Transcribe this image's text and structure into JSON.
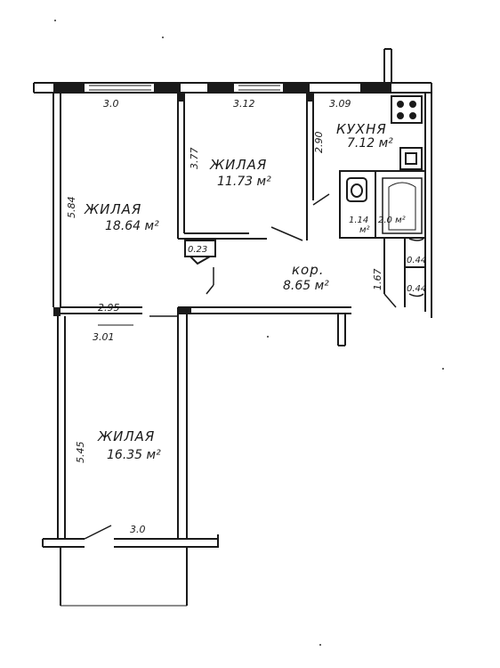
{
  "rooms": {
    "living_left": {
      "name": "ЖИЛАЯ",
      "area": "18.64 м²"
    },
    "living_center": {
      "name": "ЖИЛАЯ",
      "area": "11.73 м²"
    },
    "living_bottom": {
      "name": "ЖИЛАЯ",
      "area": "16.35 м²"
    },
    "kitchen": {
      "name": "КУХНЯ",
      "area": "7.12 м²"
    },
    "corridor": {
      "name": "кор.",
      "area": "8.65 м²"
    },
    "wc": {
      "area": "1.14",
      "unit": "м²"
    },
    "bath": {
      "area": "2.0 м²"
    }
  },
  "dimensions": {
    "top_left": "3.0",
    "top_center": "3.12",
    "top_right": "3.09",
    "left_height": "5.84",
    "center_height": "3.77",
    "kitchen_height": "2.90",
    "closet": "0.23",
    "corridor_width": "1.67",
    "cab1": "0.44",
    "cab2": "0.44",
    "mid_width_upper": "2.95",
    "mid_width_lower": "3.01",
    "bottom_height": "5.45",
    "bottom_width": "3.0"
  }
}
